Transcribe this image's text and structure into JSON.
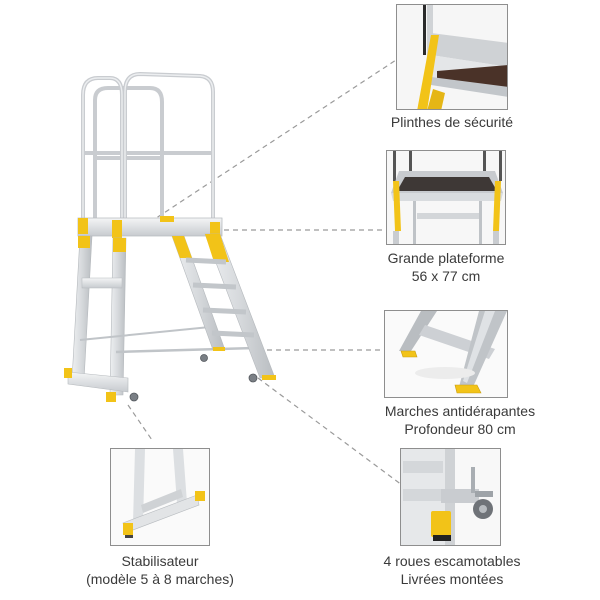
{
  "colors": {
    "accent_yellow": "#f2c318",
    "aluminium": "#d9dcdf",
    "aluminium_dark": "#a9aeb3",
    "platform_dark": "#4a3a34",
    "frame_border": "#8e8e8e",
    "dash_line": "#9a9a9a",
    "text": "#3a3a3a"
  },
  "product": {
    "name": "platform-ladder-with-guardrail"
  },
  "features": [
    {
      "id": "plinthes",
      "lines": [
        "Plinthes de sécurité"
      ]
    },
    {
      "id": "plateforme",
      "lines": [
        "Grande plateforme",
        "56 x 77 cm"
      ]
    },
    {
      "id": "marches",
      "lines": [
        "Marches antidérapantes",
        "Profondeur 80 cm"
      ]
    },
    {
      "id": "roues",
      "lines": [
        "4 roues escamotables",
        "Livrées montées"
      ]
    },
    {
      "id": "stabilisateur",
      "lines": [
        "Stabilisateur",
        "(modèle 5 à 8 marches)"
      ]
    }
  ]
}
